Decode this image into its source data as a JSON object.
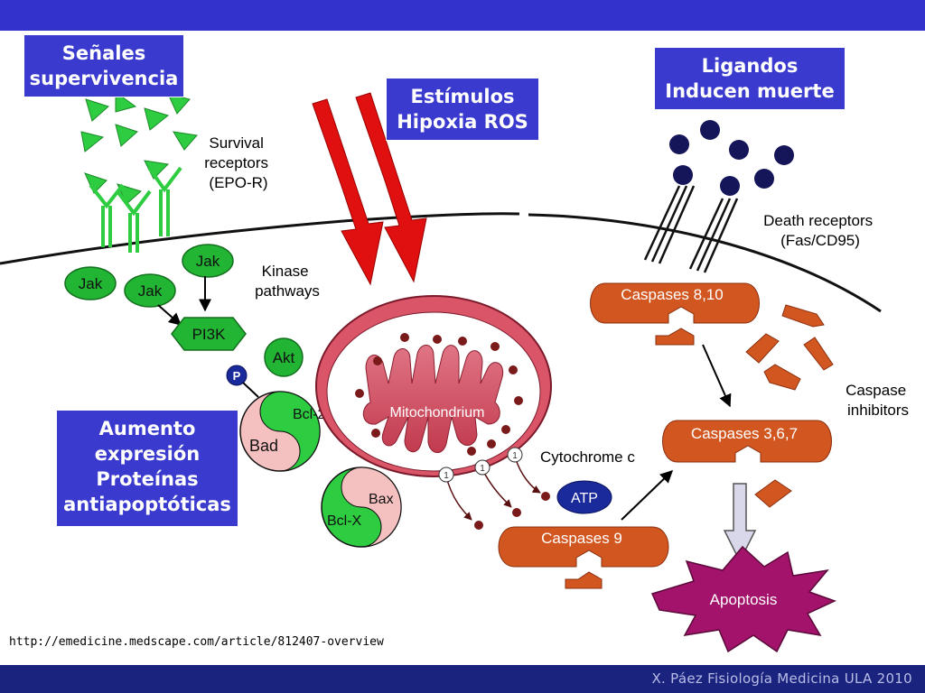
{
  "colors": {
    "topbar": "#3333cc",
    "bottombar": "#1a237e",
    "label_box": "#3a3acf",
    "survival_green": "#2ecc40",
    "stimulus_red": "#e01010",
    "caspase_orange": "#d2561f",
    "mito_red": "#d04a5c",
    "apoptosis_magenta": "#a3126b",
    "ligand_navy": "#15155a"
  },
  "labels": {
    "senales": [
      "Señales",
      "supervivencia"
    ],
    "estimulos": [
      "Estímulos",
      "Hipoxia ROS"
    ],
    "ligandos": [
      "Ligandos",
      "Inducen muerte"
    ],
    "aumento": [
      "Aumento",
      "expresión",
      "Proteínas",
      "antiapoptóticas"
    ]
  },
  "diagram": {
    "survival_receptors": [
      "Survival",
      "receptors",
      "(EPO-R)"
    ],
    "kinase_pathways": [
      "Kinase",
      "pathways"
    ],
    "death_receptors": [
      "Death receptors",
      "(Fas/CD95)"
    ],
    "caspase_inhibitors": [
      "Caspase",
      "inhibitors"
    ],
    "jak": "Jak",
    "pi3k": "PI3K",
    "akt": "Akt",
    "p": "P",
    "bcl2": "Bcl-2",
    "bad": "Bad",
    "bax": "Bax",
    "bclx": "Bcl-X",
    "mitochondrion": "Mitochondrium",
    "cytochrome": "Cytochrome c",
    "atp": "ATP",
    "caspases_8_10": "Caspases 8,10",
    "caspases_3_6_7": "Caspases 3,6,7",
    "caspases_9": "Caspases 9",
    "apoptosis": "Apoptosis",
    "cyto_marker": "1"
  },
  "source_url": "http://emedicine.medscape.com/article/812407-overview",
  "footer": "X. Páez Fisiología Medicina ULA 2010"
}
